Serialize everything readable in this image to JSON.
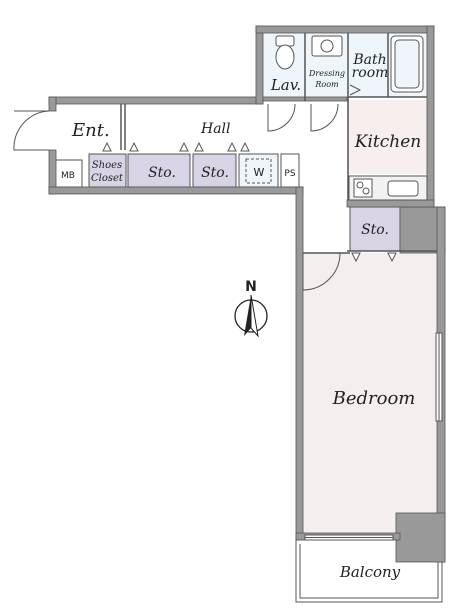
{
  "rooms": {
    "entrance": "Ent.",
    "hall": "Hall",
    "mb": "MB",
    "shoes_line1": "Shoes",
    "shoes_line2": "Closet",
    "storage": "Sto.",
    "storage_2": "Sto.",
    "storage_3": "Sto.",
    "washer": "W",
    "ps": "PS",
    "lavatory": "Lav.",
    "dressing_line1": "Dressing",
    "dressing_line2": "Room",
    "bath_line1": "Bath",
    "bath_line2": "room",
    "kitchen": "Kitchen",
    "bedroom": "Bedroom",
    "balcony": "Balcony"
  },
  "compass": {
    "north_label": "N"
  },
  "colors": {
    "wall": "#999999",
    "wall_edge": "#555555",
    "wet_area": "#eef6fb",
    "storage": "#d9d3e6",
    "bedroom_floor": "#f5eeee",
    "kitchen_floor": "#f7eeee",
    "balcony": "#ffffff"
  }
}
